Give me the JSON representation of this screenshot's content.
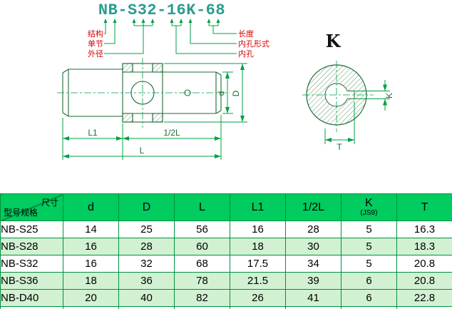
{
  "part_number": {
    "text": "NB-S32-16K-68",
    "labels_left": [
      "结构",
      "单节",
      "外径"
    ],
    "labels_right": [
      "长度",
      "内孔形式",
      "内孔"
    ]
  },
  "drawing": {
    "end_view_title": "K",
    "dim_labels": {
      "d": "d",
      "D": "D",
      "L1": "L1",
      "half_L": "1/2L",
      "L": "L",
      "K": "K",
      "T": "T"
    }
  },
  "table": {
    "corner_top": "尺寸",
    "corner_bottom": "型号规格",
    "headers": [
      "d",
      "D",
      "L",
      "L1",
      "1/2L",
      "K",
      "T"
    ],
    "k_sub": "(JS9)",
    "rows": [
      {
        "model": "NB-S25",
        "values": [
          "14",
          "25",
          "56",
          "16",
          "28",
          "5",
          "16.3"
        ]
      },
      {
        "model": "NB-S28",
        "values": [
          "16",
          "28",
          "60",
          "18",
          "30",
          "5",
          "18.3"
        ]
      },
      {
        "model": "NB-S32",
        "values": [
          "16",
          "32",
          "68",
          "17.5",
          "34",
          "5",
          "20.8"
        ]
      },
      {
        "model": "NB-S36",
        "values": [
          "18",
          "36",
          "78",
          "21.5",
          "39",
          "6",
          "20.8"
        ]
      },
      {
        "model": "NB-D40",
        "values": [
          "20",
          "40",
          "82",
          "26",
          "41",
          "6",
          "22.8"
        ]
      }
    ]
  },
  "colors": {
    "part_number_teal": "#2a9d8f",
    "leader_green": "#00a044",
    "geometry_green": "#1f6b33",
    "label_red": "#d40000",
    "table_header_green": "#00cc5f",
    "table_border_green": "#00913f",
    "row_stripe_green": "#d2f1d2"
  }
}
